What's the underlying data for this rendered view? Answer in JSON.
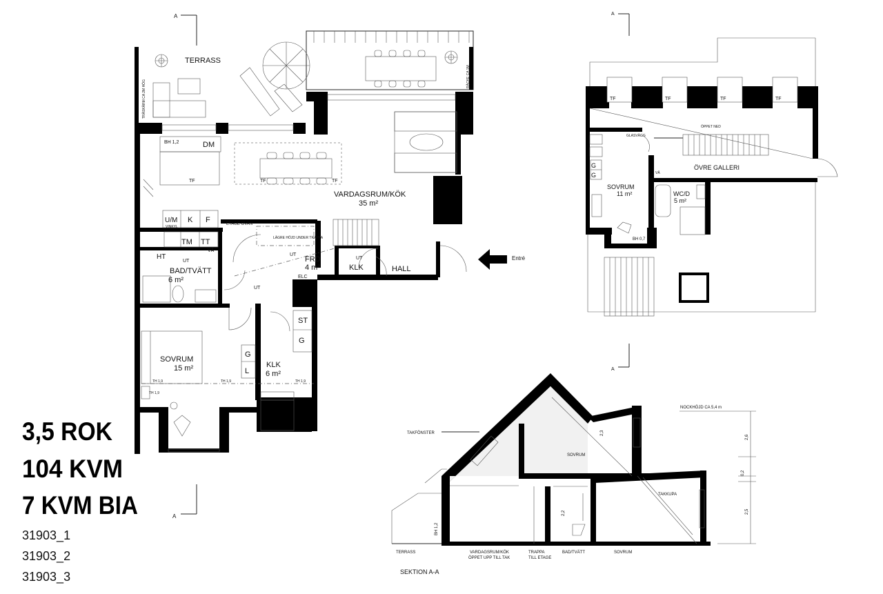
{
  "summary": {
    "rooms": "3,5 ROK",
    "area": "104 KVM",
    "extra_area": "7 KVM BIA",
    "codes": [
      "31903_1",
      "31903_2",
      "31903_3"
    ]
  },
  "main_floor": {
    "terrace": "TERRASS",
    "terrace_note_left": "TRÄSKÄRM CA 2M HÖG",
    "terrace_note_right": "RÄCKE CA 1M",
    "living": {
      "name": "VARDAGSRUM/KÖK",
      "area": "35 m²"
    },
    "fixtures": {
      "bh": "BH 1,2",
      "dm": "DM",
      "tf": "TF",
      "um": "U/M",
      "vinkyl": "VINKYL",
      "k": "K",
      "f": "F",
      "tm": "TM",
      "tt": "TT",
      "va": "VÅ",
      "ht": "HT",
      "st": "ST",
      "g": "G",
      "l": "L",
      "elc": "ELC",
      "th": "TH 1,9"
    },
    "notes": {
      "etage": "ETAGE OVAN",
      "lower_height": "LÄGRE HÖJD UNDER TRAPPA",
      "ut": "UT"
    },
    "bath": {
      "name": "BAD/TVÄTT",
      "area": "6 m²"
    },
    "frd": {
      "name": "FRD",
      "area": "4 m²"
    },
    "klk_small": {
      "name": "KLK"
    },
    "hall": {
      "name": "HALL"
    },
    "entrance": "Entré",
    "bedroom": {
      "name": "SOVRUM",
      "area": "15 m²"
    },
    "klk": {
      "name": "KLK",
      "area": "6 m²"
    },
    "section_mark": "A"
  },
  "upper_floor": {
    "gallery": "ÖVRE GALLERI",
    "open_below": "ÖPPET NED",
    "glass_wall": "GLASVÄGG",
    "skylight": "TF",
    "bedroom": {
      "name": "SOVRUM",
      "area": "11 m²"
    },
    "wc": {
      "name": "WC/D",
      "area": "5 m²"
    },
    "bh": "BH 0,7",
    "g": "G",
    "va": "VÅ",
    "section_mark": "A"
  },
  "section": {
    "title": "SEKTION A-A",
    "ridge_height": "NOCKHÖJD CA 5,4 m",
    "skylight": "TAKFÖNSTER",
    "room_bedroom": "SOVRUM",
    "room_dormer": "TAKKUPA",
    "dims": {
      "d1": "2,3",
      "d2": "2,6",
      "d3": "0,2",
      "d4": "2,5",
      "d5": "2,2",
      "bh": "BH 1,2"
    },
    "bottom_labels": {
      "terrace": "TERRASS",
      "living_line1": "VARDAGSRUM/KÖK",
      "living_line2": "ÖPPET UPP TILL TAK",
      "stairs_line1": "TRAPPA",
      "stairs_line2": "TILL ETAGE",
      "bath": "BAD/TVÄTT",
      "bedroom": "SOVRUM"
    }
  }
}
